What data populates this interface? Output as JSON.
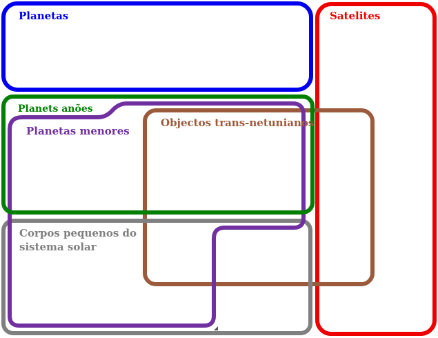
{
  "sets": [
    {
      "id": "planetas",
      "label": "Planetas",
      "color": "#0000ee"
    },
    {
      "id": "satelites",
      "label": "Satelites",
      "color": "#ee0000"
    },
    {
      "id": "planetas-anoes",
      "label": "Planets anões",
      "color": "#007f00"
    },
    {
      "id": "planetas-menores",
      "label": "Planetas menores",
      "color": "#7030a0"
    },
    {
      "id": "trans-netunianos",
      "label": "Objectos trans-netunianos",
      "color": "#9c5a3c"
    },
    {
      "id": "corpos-pequenos",
      "label_lines": [
        "Corpos pequenos do",
        "sistema solar"
      ],
      "color": "#808080"
    }
  ]
}
